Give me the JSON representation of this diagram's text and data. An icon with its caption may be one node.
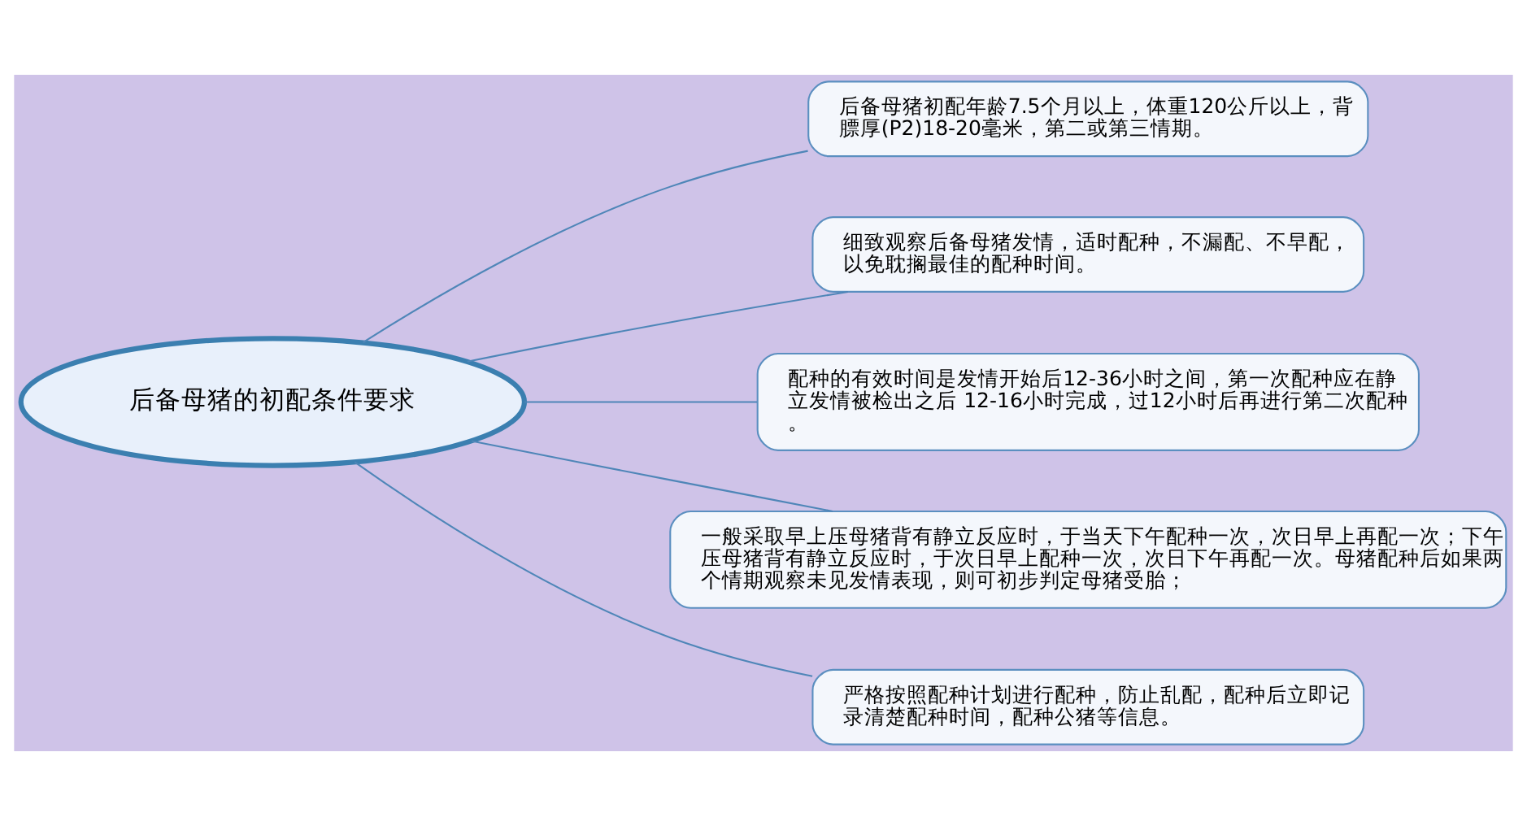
{
  "diagram": {
    "nodes": [
      {
        "text": [
          "后备母猪的初配条件要求"
        ]
      },
      {
        "text": [
          "后备母猪初配年龄7.5个月以上，体重120公斤以上，背膘厚(P2)18-20毫米，第二或第三情期。"
        ]
      },
      {
        "text": [
          "细致观察后备母猪发情，适时配种，不漏配、不早配，以免耽搁最佳的配种时间。"
        ]
      },
      {
        "text": [
          "配种的有效时间是发情开始后12-36小时之间，第一次配种应在静立发情被检出之后 12-16小时完成，过12小时后再进行第二次配种。"
        ]
      },
      {
        "text": [
          "一般采取早上压母猪背有静立反应时，于当天下午配种一次，次日早上再配一次；下午压母猪背有静立反应时，于次日早上配种一次，次日下午再配一次。母猪配种后如果两个情期观察未见发情表现，则可初步判定母猪受胎；"
        ]
      },
      {
        "text": [
          "严格按照配种计划进行配种，防止乱配，配种后立即记录清楚配种时间，配种公猪等信息。"
        ]
      }
    ],
    "edges": [
      {
        "from": 0,
        "to": 1,
        "arrow": "none"
      },
      {
        "from": 0,
        "to": 2,
        "arrow": "none"
      },
      {
        "from": 0,
        "to": 3,
        "arrow": "none"
      },
      {
        "from": 0,
        "to": 4,
        "arrow": "none"
      },
      {
        "from": 0,
        "to": 5,
        "arrow": "none"
      }
    ]
  }
}
